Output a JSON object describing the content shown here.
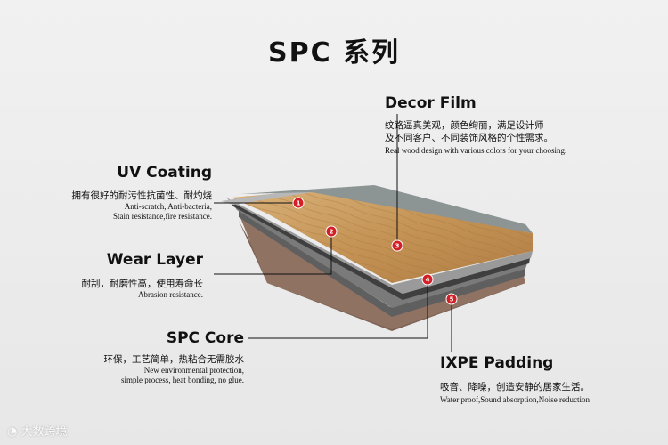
{
  "title": "SPC 系列",
  "layers": {
    "decor_film": {
      "title": "Decor Film",
      "cn_line1": "纹路逼真美观，颜色绚丽，满足设计师",
      "cn_line2": "及不同客户、不同装饰风格的个性需求。",
      "en": "Real wood design with various colors for your choosing."
    },
    "uv_coating": {
      "title": "UV Coating",
      "cn": "拥有很好的耐污性抗菌性、耐灼烧",
      "en_line1": "Anti-scratch, Anti-bacteria,",
      "en_line2": "Stain resistance,fire resistance."
    },
    "wear_layer": {
      "title": "Wear Layer",
      "cn": "耐刮，耐磨性高，使用寿命长",
      "en": "Abrasion resistance."
    },
    "spc_core": {
      "title": "SPC Core",
      "cn": "环保，工艺简单，热粘合无需胶水",
      "en_line1": "New environmental protection,",
      "en_line2": "simple process, heat bonding, no glue."
    },
    "ixpe_padding": {
      "title": "IXPE Padding",
      "cn": "吸音、降噪，创造安静的居家生活。",
      "en": "Water proof,Sound absorption,Noise reduction"
    }
  },
  "badges": [
    "1",
    "2",
    "3",
    "4",
    "5"
  ],
  "watermark": "大数跨境",
  "colors": {
    "badge": "#d31f26",
    "wood": "#c99a5b",
    "core": "#6e6e6e",
    "padding": "#8a6a5a"
  }
}
